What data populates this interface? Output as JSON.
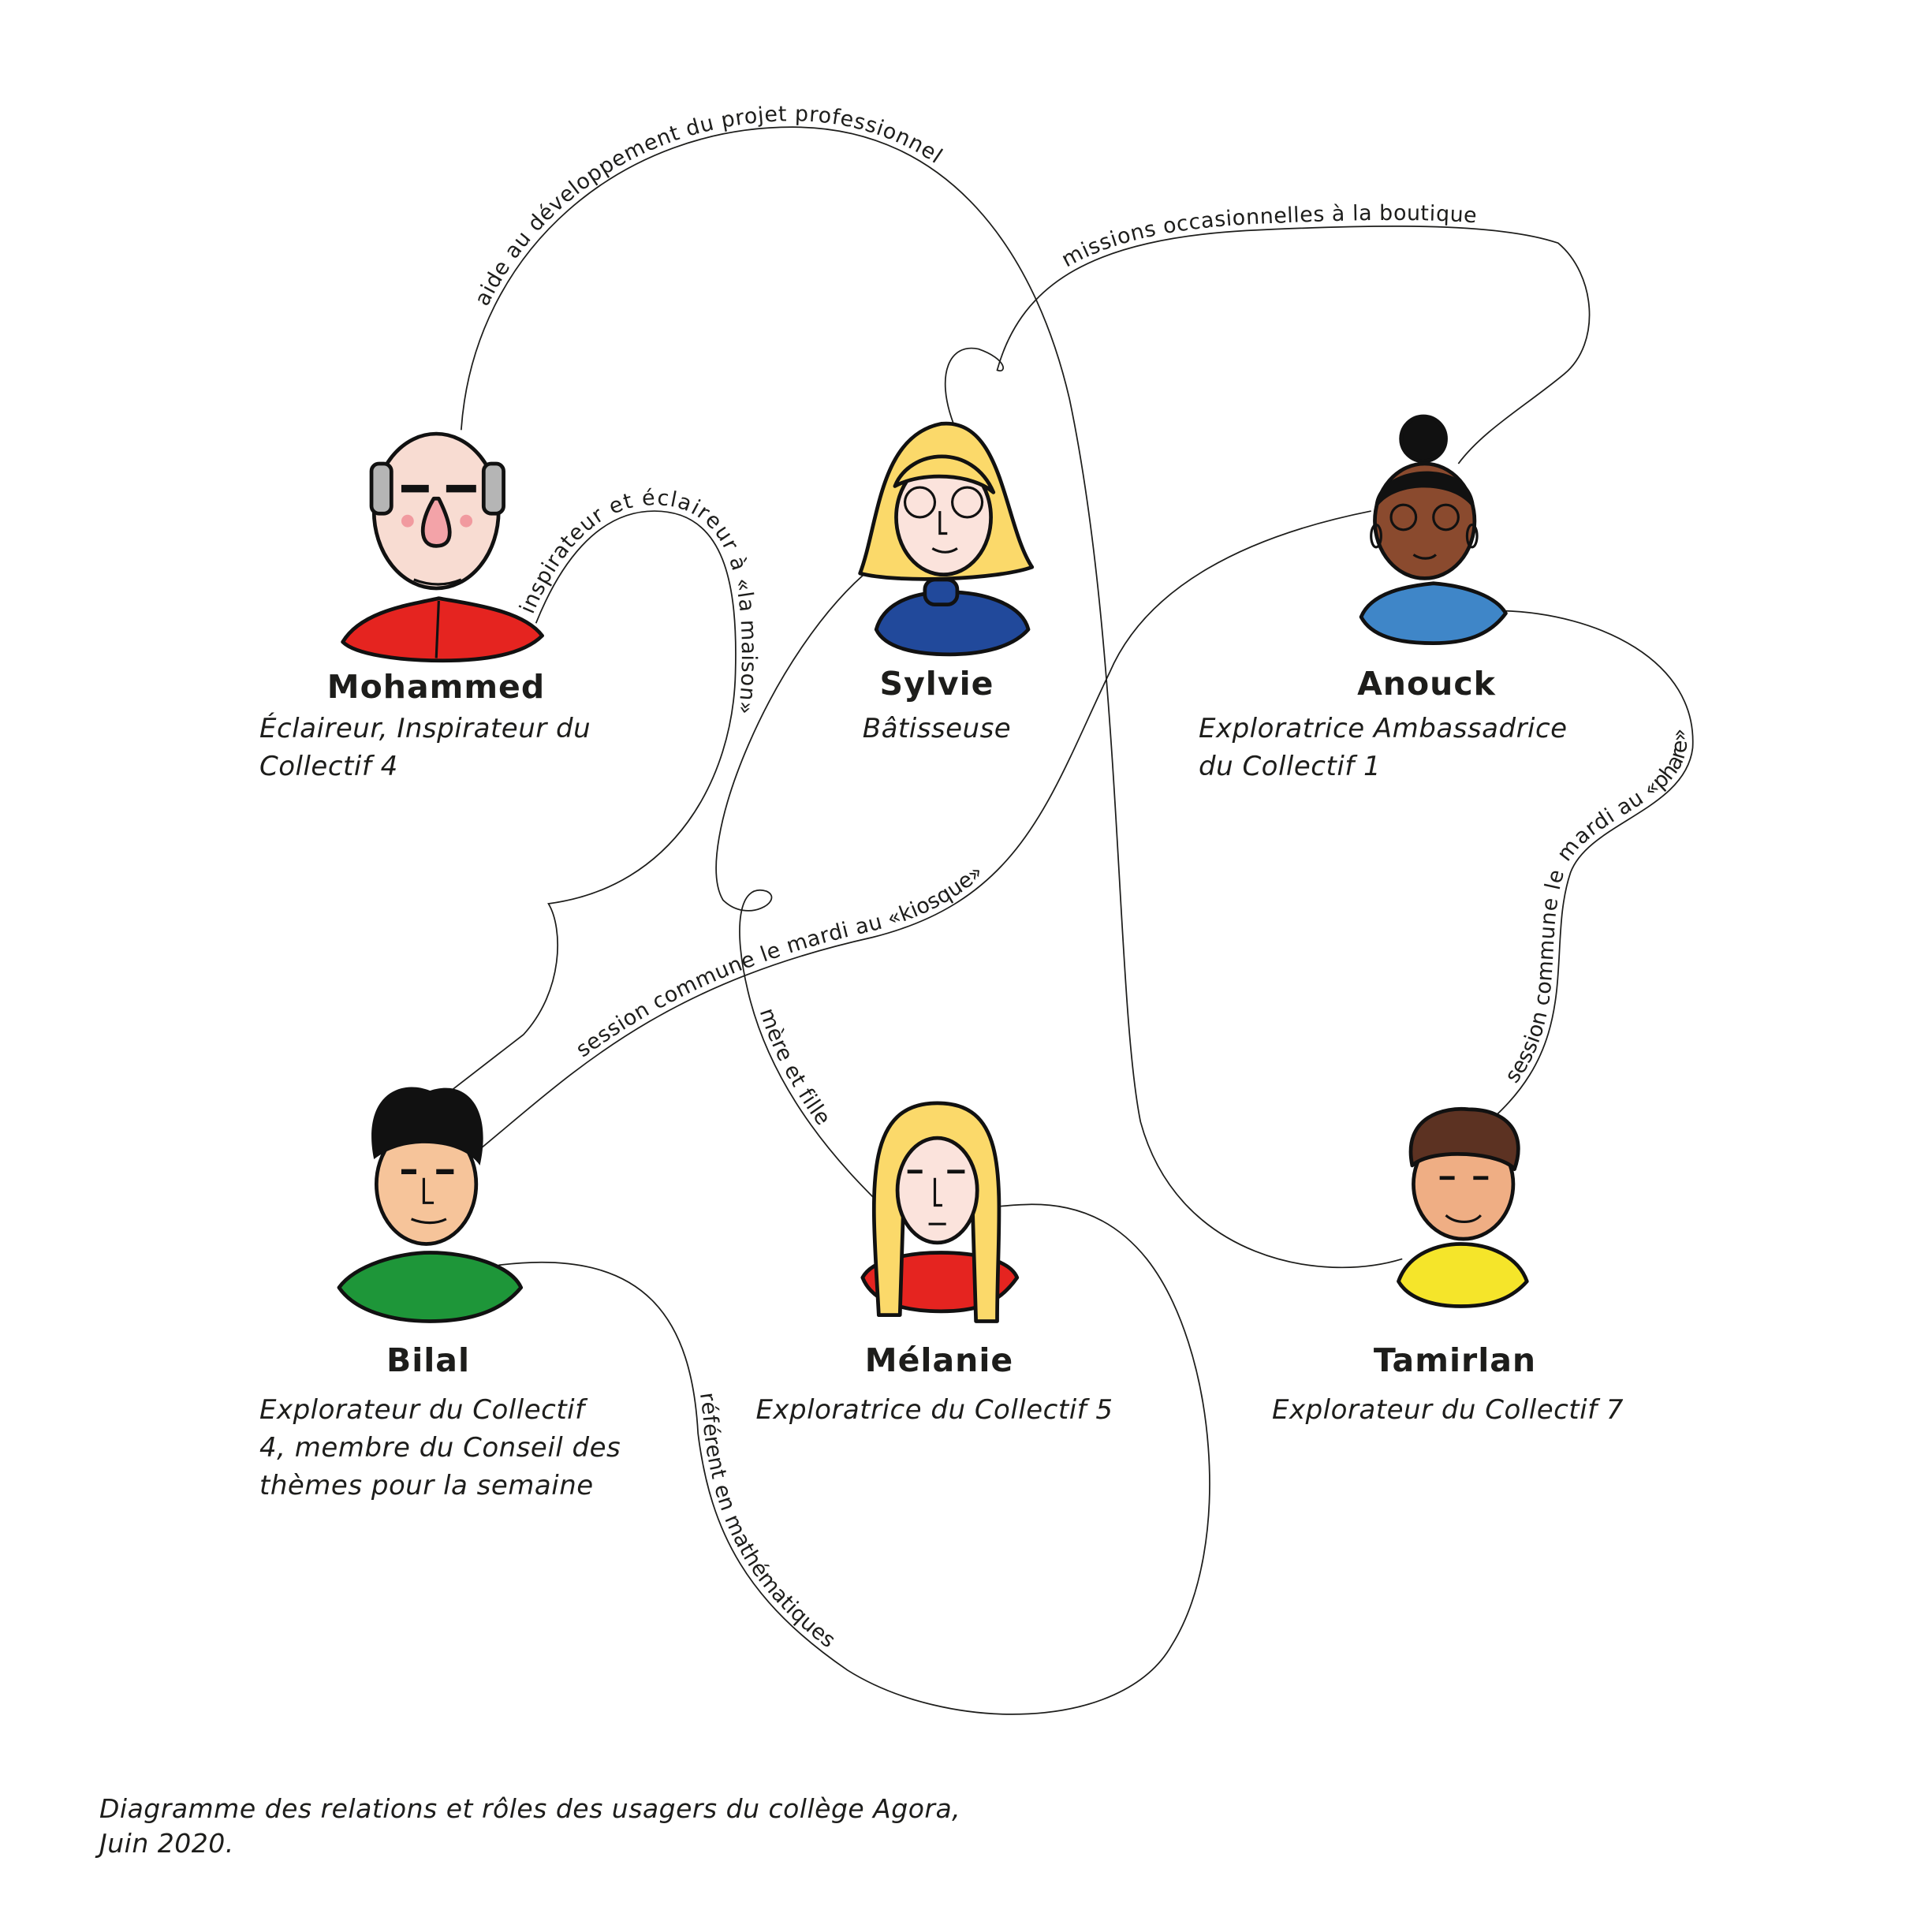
{
  "people": [
    {
      "name": "Mohammed",
      "role_lines": [
        "Éclaireur, Inspirateur du",
        "Collectif 4"
      ],
      "shirt_color": "#e52420",
      "skin_color": "#f8dcd2"
    },
    {
      "name": "Sylvie",
      "role_lines": [
        "Bâtisseuse"
      ],
      "shirt_color": "#21499b",
      "skin_color": "#fbe3dc"
    },
    {
      "name": "Anouck",
      "role_lines": [
        "Exploratrice Ambassadrice",
        "du Collectif 1"
      ],
      "shirt_color": "#3f86c8",
      "skin_color": "#8a4a2e"
    },
    {
      "name": "Bilal",
      "role_lines": [
        "Explorateur du Collectif",
        "4, membre du Conseil des",
        "thèmes pour la semaine"
      ],
      "shirt_color": "#1e9639",
      "skin_color": "#f6c49a"
    },
    {
      "name": "Mélanie",
      "role_lines": [
        "Exploratrice du Collectif 5"
      ],
      "shirt_color": "#e52420",
      "skin_color": "#fbe3dc"
    },
    {
      "name": "Tamirlan",
      "role_lines": [
        "Explorateur du Collectif 7"
      ],
      "shirt_color": "#f5e52a",
      "skin_color": "#efae84"
    }
  ],
  "relations": [
    {
      "label": "aide au développement du projet professionnel"
    },
    {
      "label": "missions occasionnelles à la boutique"
    },
    {
      "label": "inspirateur et éclaireur à «la maison»"
    },
    {
      "label": "mère et fille"
    },
    {
      "label": "session commune le mardi au «kiosque»"
    },
    {
      "label": "session commune le mardi au «phare»"
    },
    {
      "label": "référent en mathématiques"
    }
  ],
  "caption": [
    "Diagramme des relations et rôles des usagers du collège Agora,",
    "Juin 2020."
  ]
}
